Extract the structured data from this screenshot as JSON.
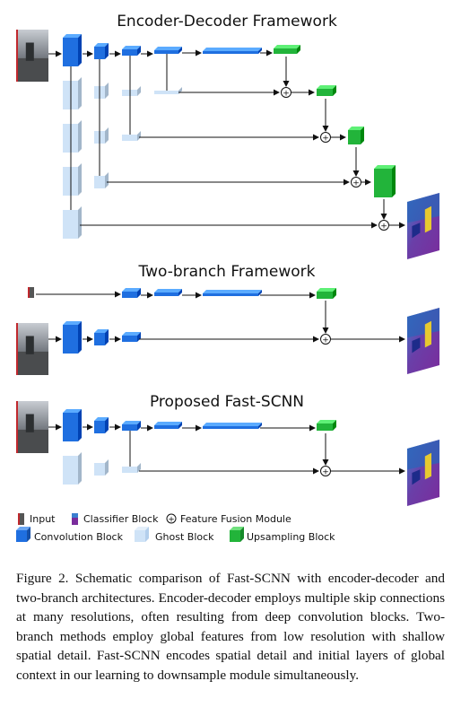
{
  "sections": {
    "encoder_decoder": "Encoder-Decoder Framework",
    "two_branch": "Two-branch Framework",
    "fast_scnn": "Proposed Fast-SCNN"
  },
  "legend": {
    "input": "Input",
    "classifier": "Classifier Block",
    "fusion": "Feature Fusion Module",
    "conv": "Convolution Block",
    "ghost": "Ghost Block",
    "upsample": "Upsampling Block"
  },
  "caption": "Figure 2. Schematic comparison of Fast-SCNN with encoder-decoder and two-branch architectures. Encoder-decoder employs multiple skip connections at many resolutions, often resulting from deep convolution blocks. Two-branch methods employ global features from low resolution with shallow spatial detail. Fast-SCNN encodes spatial detail and initial layers of global context in our learning to downsample module simultaneously.",
  "colors": {
    "conv": "#1f6fe0",
    "ghost": "#cfe3f7",
    "upsample": "#22b43a",
    "arrow": "#111111"
  },
  "fusion_symbol": "+"
}
